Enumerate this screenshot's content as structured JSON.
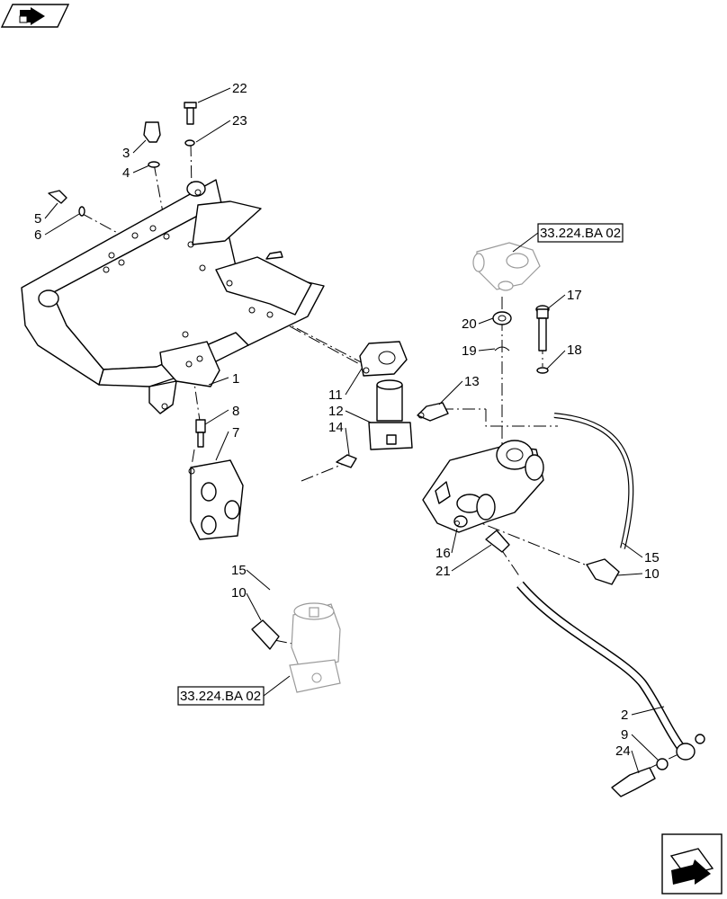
{
  "icons": {
    "top_left": "view-toggle-icon",
    "bottom_right": "next-page-arrow-icon"
  },
  "references": {
    "upper": "33.224.BA 02",
    "lower": "33.224.BA 02"
  },
  "callouts": {
    "c22": "22",
    "c23": "23",
    "c3": "3",
    "c4": "4",
    "c5": "5",
    "c6": "6",
    "c1": "1",
    "c8": "8",
    "c7": "7",
    "c11": "11",
    "c12": "12",
    "c14": "14",
    "c13": "13",
    "c17": "17",
    "c20": "20",
    "c19": "19",
    "c18": "18",
    "c16": "16",
    "c21": "21",
    "c15a": "15",
    "c10a": "10",
    "c15b": "15",
    "c10b": "10",
    "c2": "2",
    "c9": "9",
    "c24": "24"
  }
}
